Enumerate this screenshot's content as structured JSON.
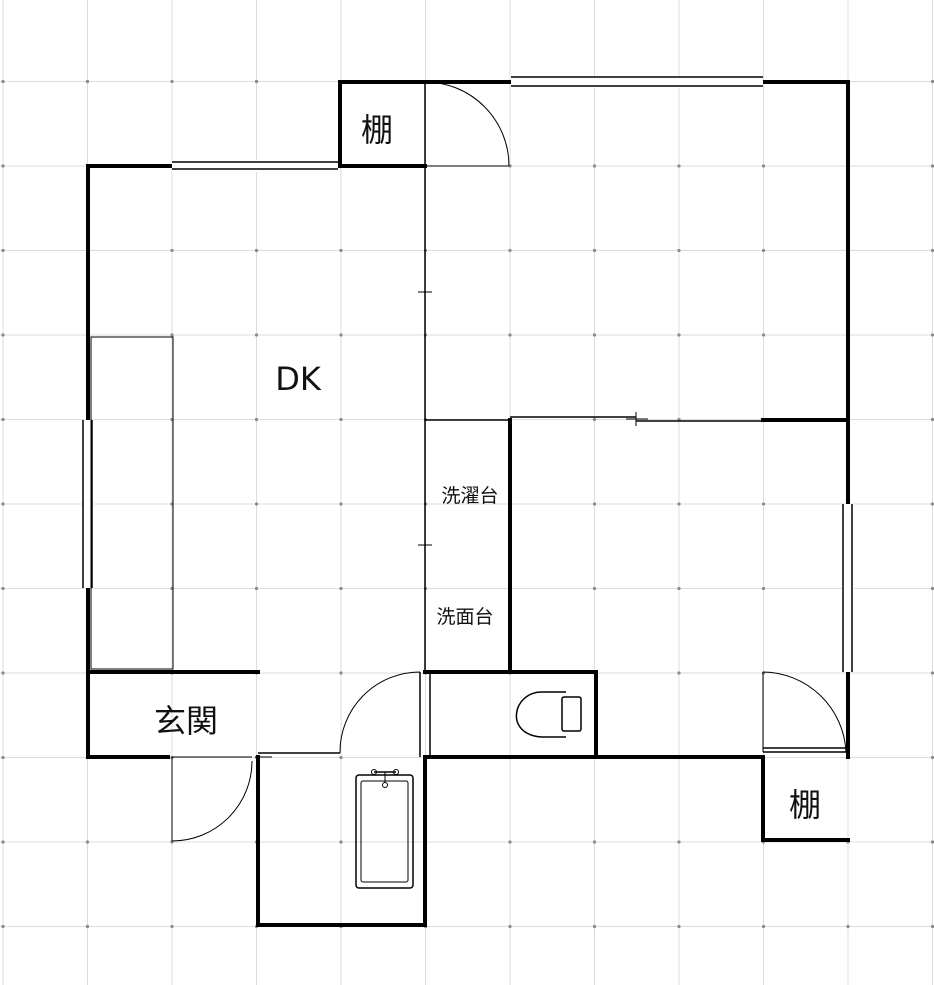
{
  "rooms": {
    "dk": "DK",
    "shelf_top": "棚",
    "shelf_bottom": "棚",
    "entrance": "玄関",
    "laundry": "洗濯台",
    "washbasin": "洗面台"
  },
  "colors": {
    "background": "#ffffff",
    "grid": "#dcdcdc",
    "grid_dot": "#8a8a8a",
    "wall": "#000000"
  }
}
